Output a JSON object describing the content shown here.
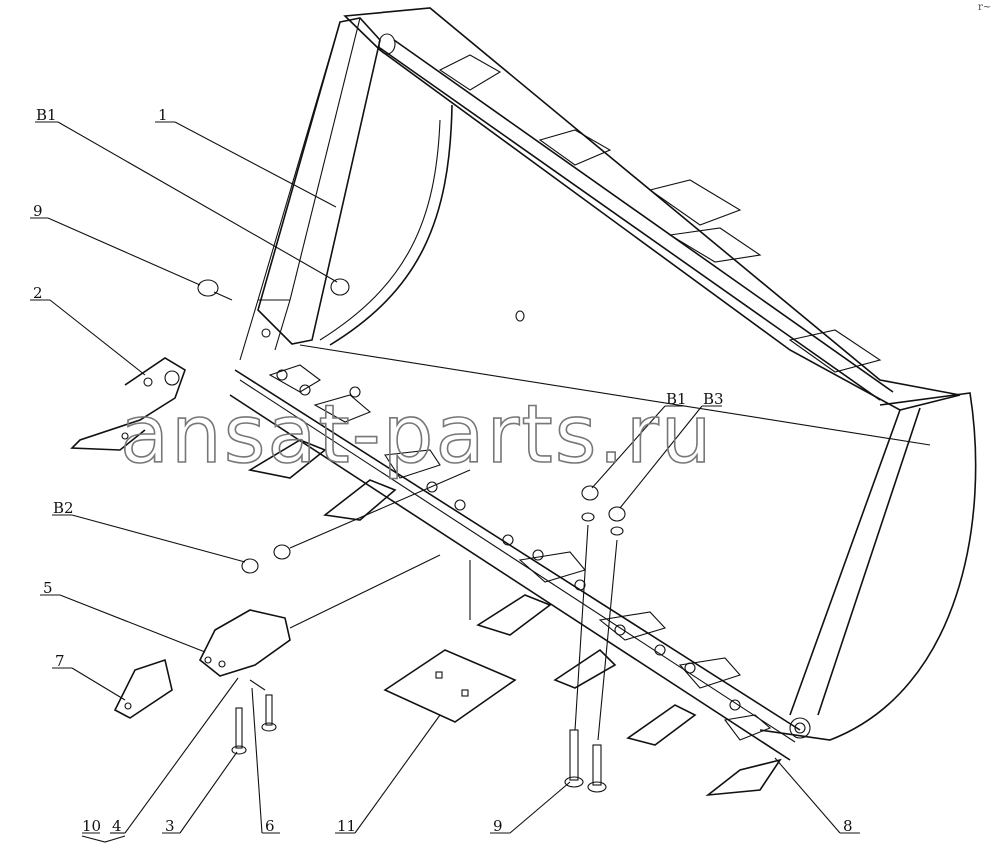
{
  "watermark": "ansat-parts.ru",
  "corner_mark": "r~",
  "callouts": [
    {
      "id": "B1",
      "label": "B1"
    },
    {
      "id": "1",
      "label": "1"
    },
    {
      "id": "9a",
      "label": "9"
    },
    {
      "id": "2",
      "label": "2"
    },
    {
      "id": "B2",
      "label": "B2"
    },
    {
      "id": "5",
      "label": "5"
    },
    {
      "id": "7",
      "label": "7"
    },
    {
      "id": "10",
      "label": "10"
    },
    {
      "id": "4",
      "label": "4"
    },
    {
      "id": "3",
      "label": "3"
    },
    {
      "id": "6",
      "label": "6"
    },
    {
      "id": "11",
      "label": "11"
    },
    {
      "id": "9b",
      "label": "9"
    },
    {
      "id": "8",
      "label": "8"
    },
    {
      "id": "B1b",
      "label": "B1"
    },
    {
      "id": "B3",
      "label": "B3"
    }
  ]
}
